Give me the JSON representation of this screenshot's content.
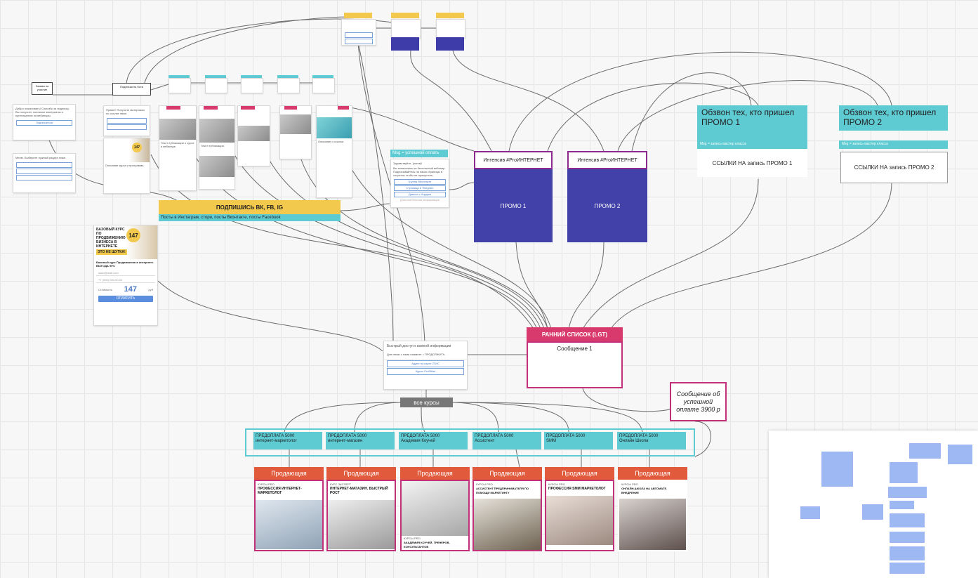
{
  "subscribe": {
    "title": "ПОДПИШИСЬ ВК, FB, IG",
    "subtitle": "Посты в Инстаграм, стори, посты Вконтакте, посты Facebook"
  },
  "msg_box": {
    "header": "Msg = успешной оплать",
    "line": "Здравствуйте, {name}!",
    "body": "Вы записались на бесплатный вебинар. Подписывайтесь на наши страницы в соцсетях чтобы не пропустить.",
    "buttons": [
      "Группа ВКонтакте",
      "Страница в Telegram",
      "Диалог с Нордом"
    ],
    "note": "Дополнительная информация"
  },
  "promo": [
    {
      "head": "Интенсив #ProИНТЕРНЕТ",
      "body": "ПРОМО 1"
    },
    {
      "head": "Интенсив #ProИНТЕРНЕТ",
      "body": "ПРОМО 2"
    }
  ],
  "obzvon": [
    {
      "title": "Обзвон тех, кто пришел ПРОМО 1",
      "sub": "Msg = запись мастер класса",
      "body": "ССЫЛКИ НА запись ПРОМО 1"
    },
    {
      "title": "Обзвон тех, кто пришел ПРОМО 2",
      "sub": "Msg = запись мастер класса",
      "body": "ССЫЛКИ НА запись ПРОМО 2"
    }
  ],
  "early": {
    "title": "РАННИЙ СПИСОК (LGT)",
    "body": "Сообщение 1"
  },
  "payment_note": "Сообщение об успешной оплате 3900 р",
  "info_card": {
    "line1": "Быстрый доступ к важной информации",
    "line2": "Для связи с нами нажмите = ПРОДОЛЖИТЬ",
    "buttons": [
      "Адрес на карте 2ГИС",
      "Курсы ProDiliiet"
    ]
  },
  "all_courses": "все курсы",
  "prepay": [
    {
      "label": "ПРЕДОПЛАТА 5000\nинтернет-маркетолог"
    },
    {
      "label": "ПРЕДОПЛАТА 5000\nинтернет-магазин"
    },
    {
      "label": "ПРЕДОПЛАТА 5000\nАкадемия Коучей"
    },
    {
      "label": "ПРЕДОПЛАТА 5000\nАссистент"
    },
    {
      "label": "ПРЕДОПЛАТА 5000\nSMM"
    },
    {
      "label": "ПРЕДОПЛАТА 5000\nОнлайн Школа"
    }
  ],
  "selling": [
    {
      "head": "Продающая",
      "brand": "КУРСЫ PRO",
      "title": "ПРОФЕССИЯ ИНТЕРНЕТ-МАРКЕТОЛОГ"
    },
    {
      "head": "Продающая",
      "brand": "КУРС ЭКСПЕРТ",
      "title": "ИНТЕРНЕТ-МАГАЗИН. БЫСТРЫЙ РОСТ"
    },
    {
      "head": "Продающая",
      "brand": "КУРСЫ PRO",
      "title": "АКАДЕМИЯ КОУЧЕЙ, ТРЕНЕРОВ, КОНСУЛЬТАНТОВ"
    },
    {
      "head": "Продающая",
      "brand": "КУРСЫ PRO",
      "title": "АССИСТЕНТ ПРЕДПРИНИМАТЕЛЯ ПО ПОМОЩИ МАРКЕТИНГУ"
    },
    {
      "head": "Продающая",
      "brand": "КУРСЫ PRO",
      "title": "ПРОФЕССИЯ SMM МАРКЕТОЛОГ"
    },
    {
      "head": "Продающая",
      "brand": "КУРСЫ PRO",
      "title": "ОНЛАЙН-ШКОЛА НА АВТОМАТЕ. ВНЕДРЕНИЕ"
    }
  ],
  "landing": {
    "head1": "БАЗОВЫЙ КУРС",
    "head2": "ПО ПРОДВИЖЕНИЮ БИЗНЕСА В ИНТЕРНЕТЕ",
    "badge": "147",
    "banner": "ЭТО НЕ ШУТКА!",
    "desc": "Базовый курс Продвижения в интернете. ВЫГОДА 99%",
    "email": "www@mail.com",
    "phone": "+7 (000) 000-00-00",
    "price_label": "Стоимость",
    "price": "147",
    "currency": "руб",
    "pay": "ОПЛАТИТЬ"
  },
  "colors": {
    "teal": "#5ecbd3",
    "yellow": "#f2c94c",
    "indigo": "#4141a9",
    "magenta": "#c2307a",
    "orange": "#e25a3c",
    "gray": "#777777"
  }
}
